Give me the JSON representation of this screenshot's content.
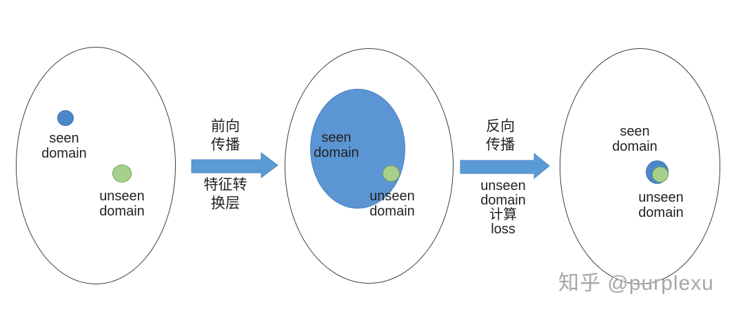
{
  "watermark": {
    "text": "知乎 @purplexu"
  },
  "colors": {
    "outline": "#3b3b3b",
    "text": "#222222",
    "dot_blue_fill": "#4b87c8",
    "dot_blue_stroke": "#3c6fae",
    "region_blue_fill": "#5b95d3",
    "region_blue_stroke": "#4a82bd",
    "green_fill": "#a7d08c",
    "green_stroke": "#73a356",
    "arrow_fill": "#5b9bd5",
    "arrow_stroke": "#4c87c1",
    "watermark_color": "#a6a6a6"
  },
  "stages": [
    {
      "name": "initial",
      "seen_label": "seen\ndomain",
      "unseen_label": "unseen\ndomain"
    },
    {
      "name": "after_forward_propagation",
      "seen_label": "seen\ndomain",
      "unseen_label": "unseen\ndomain"
    },
    {
      "name": "after_backward_propagation",
      "seen_label": "seen\ndomain",
      "unseen_label": "unseen\ndomain"
    }
  ],
  "arrows": [
    {
      "label_top": "前向\n传播",
      "label_bottom": "特征转\n换层"
    },
    {
      "label_top": "反向\n传播",
      "label_bottom": "unseen\ndomain\n计算\nloss"
    }
  ]
}
